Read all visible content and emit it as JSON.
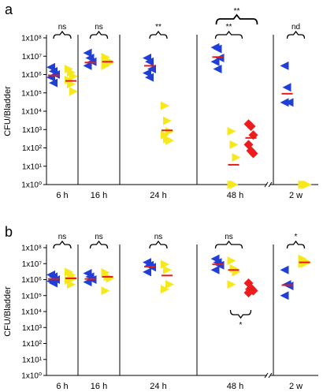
{
  "colors": {
    "blue": "#1f3fd6",
    "yellow": "#f7e81c",
    "red": "#ee1c1c",
    "median": "#e31b1b",
    "axis": "#000000"
  },
  "chart_data": [
    {
      "type": "scatter",
      "panel": "a",
      "ylabel": "CFU/Bladder",
      "y_scale": "log10",
      "ylim": [
        1,
        100000000
      ],
      "y_ticks": [
        "1x10⁰",
        "1x10¹",
        "1x10²",
        "1x10³",
        "1x10⁴",
        "1x10⁵",
        "1x10⁶",
        "1x10⁷",
        "1x10⁸"
      ],
      "categories": [
        "6 h",
        "16 h",
        "24 h",
        "48 h",
        "2 w"
      ],
      "annotations": [
        "ns",
        "ns",
        "**",
        "**",
        "**",
        "nd"
      ],
      "groups": [
        {
          "category": "6 h",
          "significance": "ns",
          "series": [
            {
              "color": "blue",
              "marker": "left-triangle",
              "values": [
                2500000,
                1500000,
                1000000,
                700000,
                350000
              ],
              "median": 900000
            },
            {
              "color": "yellow",
              "marker": "right-triangle",
              "values": [
                2000000,
                1300000,
                800000,
                500000,
                300000,
                120000
              ],
              "median": 450000
            }
          ]
        },
        {
          "category": "16 h",
          "significance": "ns",
          "series": [
            {
              "color": "blue",
              "marker": "left-triangle",
              "values": [
                15000000,
                8000000,
                5000000,
                3000000
              ],
              "median": 4500000
            },
            {
              "color": "yellow",
              "marker": "right-triangle",
              "values": [
                9000000,
                6000000,
                4500000,
                3000000
              ],
              "median": 5000000
            }
          ]
        },
        {
          "category": "24 h",
          "significance": "**",
          "series": [
            {
              "color": "blue",
              "marker": "left-triangle",
              "values": [
                8000000,
                5000000,
                2000000,
                1200000,
                700000
              ],
              "median": 3000000
            },
            {
              "color": "yellow",
              "marker": "right-triangle",
              "values": [
                20000,
                3000,
                800,
                500,
                300,
                250
              ],
              "median": 900
            }
          ]
        },
        {
          "category": "48 h",
          "significance": "**",
          "group_significance": "**",
          "series": [
            {
              "color": "blue",
              "marker": "left-triangle",
              "values": [
                30000000,
                25000000,
                8000000,
                5000000,
                2000000
              ],
              "median": 9000000
            },
            {
              "color": "yellow",
              "marker": "right-triangle",
              "values": [
                800,
                150,
                30,
                1,
                1
              ],
              "median": 12
            },
            {
              "color": "red",
              "marker": "diamond",
              "values": [
                2000,
                1500,
                500,
                150,
                70,
                50
              ],
              "median": 350
            }
          ]
        },
        {
          "category": "2 w",
          "significance": "nd",
          "series": [
            {
              "color": "blue",
              "marker": "left-triangle",
              "values": [
                3000000,
                200000,
                30000,
                30000
              ],
              "median": 90000
            },
            {
              "color": "yellow",
              "marker": "right-triangle",
              "values": [
                1,
                1,
                1,
                1,
                1
              ],
              "median": null
            }
          ]
        }
      ]
    },
    {
      "type": "scatter",
      "panel": "b",
      "ylabel": "CFU/Bladder",
      "y_scale": "log10",
      "ylim": [
        1,
        100000000
      ],
      "y_ticks": [
        "1x10⁰",
        "1x10¹",
        "1x10²",
        "1x10³",
        "1x10⁴",
        "1x10⁵",
        "1x10⁶",
        "1x10⁷",
        "1x10⁸"
      ],
      "categories": [
        "6 h",
        "16 h",
        "24 h",
        "48 h",
        "2 w"
      ],
      "annotations": [
        "ns",
        "ns",
        "ns",
        "ns",
        "*",
        "*"
      ],
      "groups": [
        {
          "category": "6 h",
          "significance": "ns",
          "series": [
            {
              "color": "blue",
              "marker": "left-triangle",
              "values": [
                2000000,
                1500000,
                1000000,
                800000,
                600000
              ],
              "median": 1100000
            },
            {
              "color": "yellow",
              "marker": "right-triangle",
              "values": [
                3000000,
                2000000,
                1200000,
                900000,
                500000
              ],
              "median": 1200000
            }
          ]
        },
        {
          "category": "16 h",
          "significance": "ns",
          "series": [
            {
              "color": "blue",
              "marker": "left-triangle",
              "values": [
                2500000,
                1500000,
                1000000,
                700000
              ],
              "median": 1100000
            },
            {
              "color": "yellow",
              "marker": "right-triangle",
              "values": [
                2800000,
                1500000,
                1200000,
                200000
              ],
              "median": 1500000
            }
          ]
        },
        {
          "category": "24 h",
          "significance": "ns",
          "series": [
            {
              "color": "blue",
              "marker": "left-triangle",
              "values": [
                12000000,
                8000000,
                6000000,
                3000000
              ],
              "median": 6500000
            },
            {
              "color": "yellow",
              "marker": "right-triangle",
              "values": [
                9000000,
                4000000,
                500000,
                250000
              ],
              "median": 1800000
            }
          ]
        },
        {
          "category": "48 h",
          "significance": "ns",
          "bottom_significance": "*",
          "series": [
            {
              "color": "blue",
              "marker": "left-triangle",
              "values": [
                20000000,
                12000000,
                8000000,
                4000000
              ],
              "median": 9000000
            },
            {
              "color": "yellow",
              "marker": "right-triangle",
              "values": [
                15000000,
                5000000,
                3000000,
                500000
              ],
              "median": 4000000
            },
            {
              "color": "red",
              "marker": "diamond",
              "values": [
                600000,
                300000,
                200000,
                150000
              ],
              "median": 250000
            }
          ]
        },
        {
          "category": "2 w",
          "significance": "*",
          "series": [
            {
              "color": "blue",
              "marker": "left-triangle",
              "values": [
                4000000,
                500000,
                400000,
                100000
              ],
              "median": 450000
            },
            {
              "color": "yellow",
              "marker": "right-triangle",
              "values": [
                20000000,
                15000000,
                12000000,
                10000000,
                10000000
              ],
              "median": 12000000
            }
          ]
        }
      ]
    }
  ]
}
